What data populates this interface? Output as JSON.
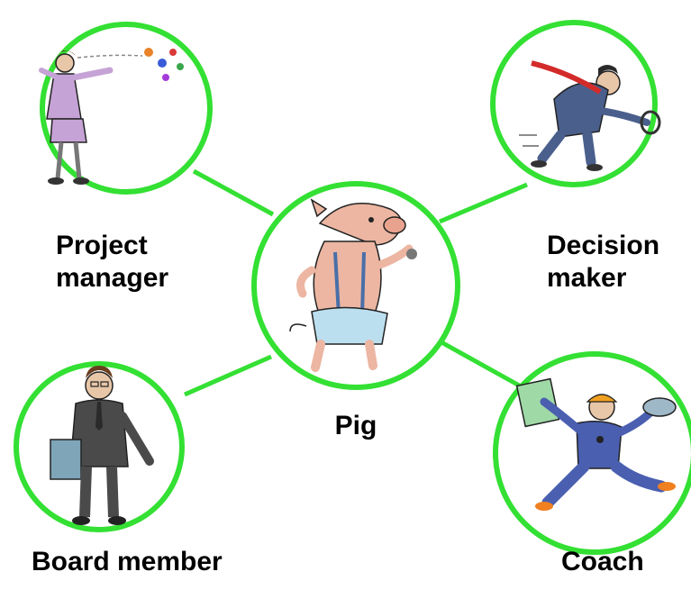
{
  "diagram": {
    "ring_color": "#33e033",
    "connector_color": "#33e033",
    "nodes": [
      {
        "id": "project-manager",
        "illustration": "woman-juggling-icon",
        "label_lines": [
          "Project",
          "manager"
        ]
      },
      {
        "id": "decision-maker",
        "illustration": "running-businessman-icon",
        "label_lines": [
          "Decision",
          "maker"
        ]
      },
      {
        "id": "pig",
        "illustration": "pig-icon",
        "label_lines": [
          "Pig"
        ]
      },
      {
        "id": "board-member",
        "illustration": "businessman-with-folder-icon",
        "label_lines": [
          "Board member"
        ]
      },
      {
        "id": "coach",
        "illustration": "coach-with-whistle-icon",
        "label_lines": [
          "Coach"
        ]
      }
    ]
  }
}
